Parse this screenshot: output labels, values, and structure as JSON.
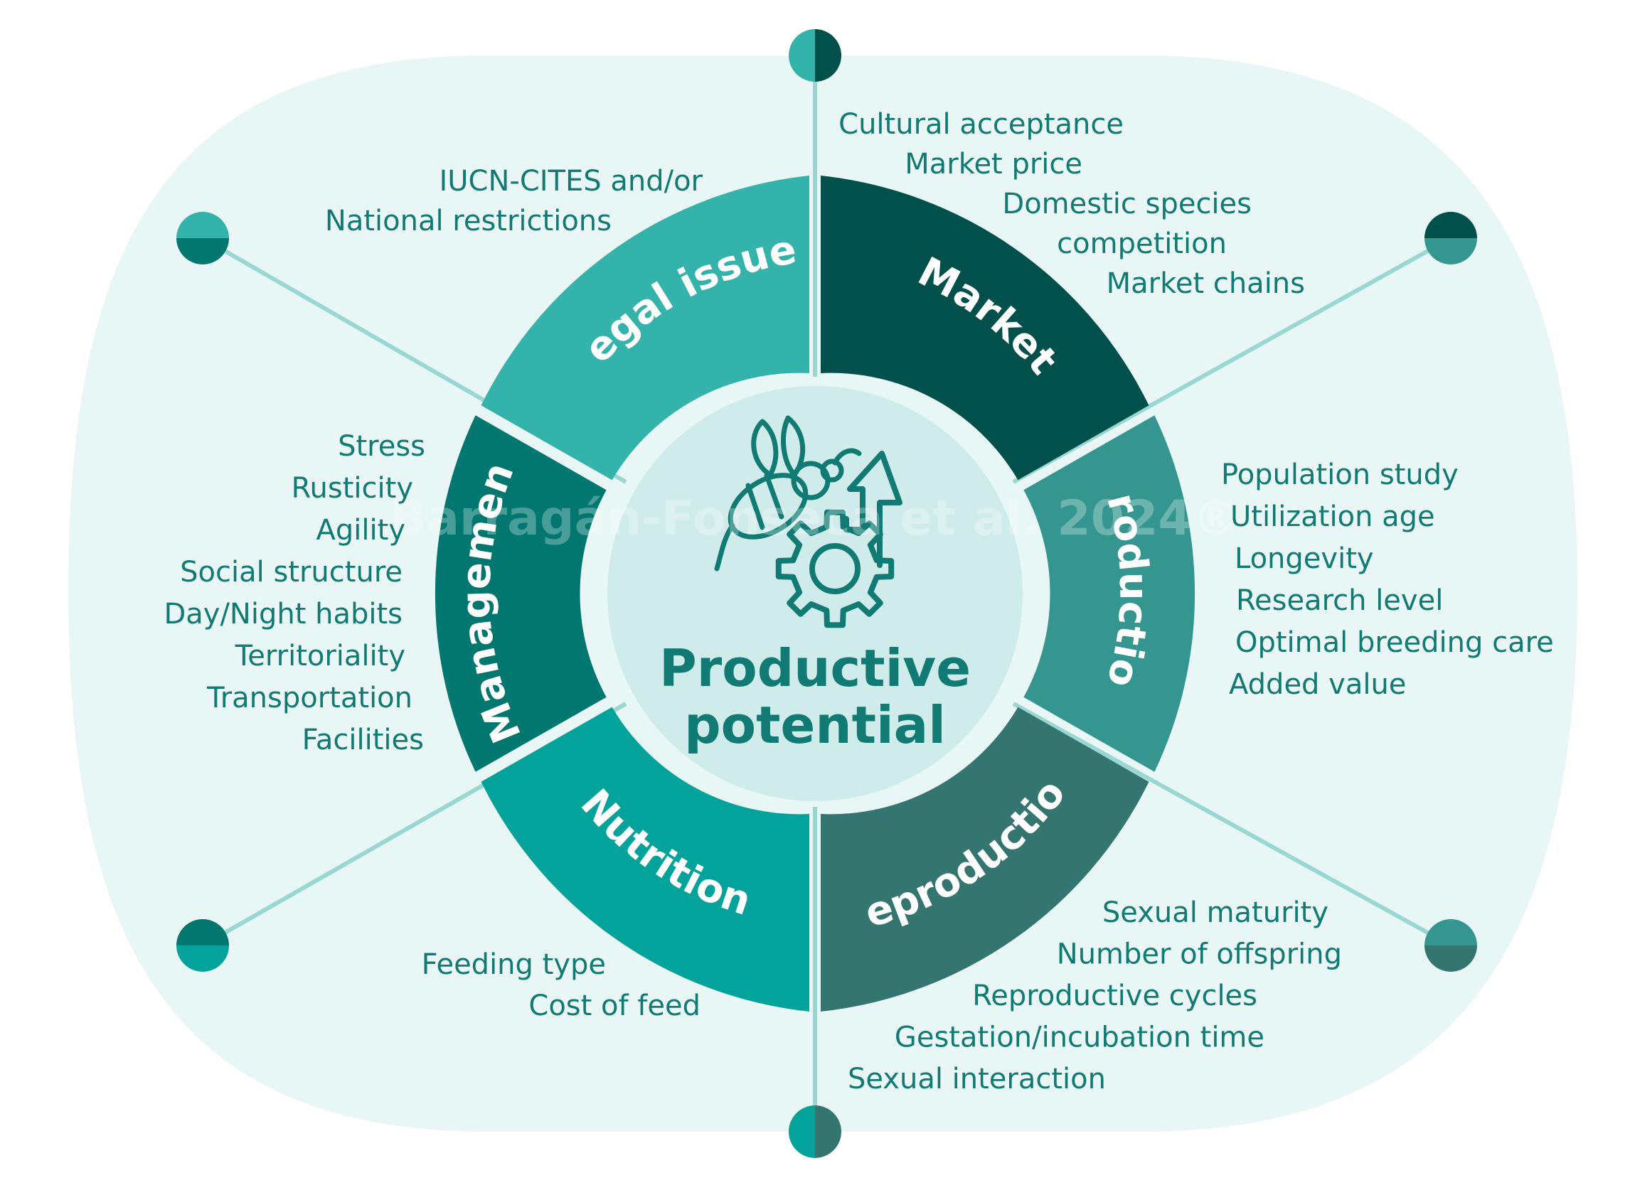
{
  "center": {
    "title_line1": "Productive",
    "title_line2": "potential",
    "icons": [
      "bee-icon",
      "gear-icon",
      "arrow-up-icon"
    ]
  },
  "watermark": "Barragán-Fonseca et al. 2024®",
  "segments": {
    "legal": {
      "label": "Legal issues",
      "color": "#34b3ab",
      "factors": [
        "IUCN-CITES and/or",
        "National restrictions"
      ]
    },
    "market": {
      "label": "Market",
      "color": "#02504b",
      "factors": [
        "Cultural acceptance",
        "Market price",
        "Domestic species",
        "competition",
        "Market chains"
      ]
    },
    "production": {
      "label": "Production",
      "color": "#35968f",
      "factors": [
        "Population study",
        "Utilization age",
        "Longevity",
        "Research level",
        "Optimal breeding care",
        "Added value"
      ]
    },
    "reproduction": {
      "label": "Reproduction",
      "color": "#357570",
      "factors": [
        "Sexual maturity",
        "Number of offspring",
        "Reproductive cycles",
        "Gestation/incubation time",
        "Sexual interaction"
      ]
    },
    "nutrition": {
      "label": "Nutrition",
      "color": "#03a29a",
      "factors": [
        "Feeding type",
        "Cost of feed"
      ]
    },
    "management": {
      "label": "Management",
      "color": "#017770",
      "factors": [
        "Stress",
        "Rusticity",
        "Agility",
        "Social structure",
        "Day/Night habits",
        "Territoriality",
        "Transportation",
        "Facilities"
      ]
    }
  },
  "colors": {
    "background_oval": "#e8f6f5",
    "inner_circle": "#cfecea",
    "spoke": "#9ad7d1",
    "text": "#117a72"
  }
}
